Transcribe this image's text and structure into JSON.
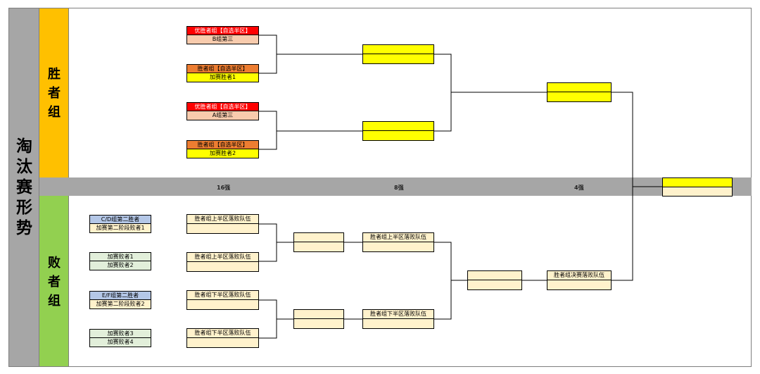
{
  "title": "淘汰赛形势",
  "sections": {
    "winners": "胜者组",
    "losers": "败者组"
  },
  "rounds": [
    "16强",
    "8强",
    "4强"
  ],
  "winners_bracket": {
    "r16": [
      {
        "top": "优胜者组【自选半区】",
        "bottom": "B组第三"
      },
      {
        "top": "胜者组【自选半区】",
        "bottom": "加赛胜者1"
      },
      {
        "top": "优胜者组【自选半区】",
        "bottom": "A组第三"
      },
      {
        "top": "胜者组【自选半区】",
        "bottom": "加赛胜者2"
      }
    ],
    "qf": [
      {
        "top": "",
        "bottom": ""
      },
      {
        "top": "",
        "bottom": ""
      }
    ],
    "sf": {
      "top": "",
      "bottom": ""
    }
  },
  "final": {
    "top": "",
    "bottom": ""
  },
  "losers_bracket": {
    "entry": [
      {
        "top": "C/D组第二胜者",
        "bottom": "加赛第二阶段败者1"
      },
      {
        "top": "加赛败者1",
        "bottom": "加赛败者2"
      },
      {
        "top": "E/F组第二胜者",
        "bottom": "加赛第二阶段败者2"
      },
      {
        "top": "加赛败者3",
        "bottom": "加赛败者4"
      }
    ],
    "r1": [
      {
        "top": "胜者组上半区落败队伍",
        "bottom": ""
      },
      {
        "top": "胜者组上半区落败队伍",
        "bottom": ""
      },
      {
        "top": "胜者组下半区落败队伍",
        "bottom": ""
      },
      {
        "top": "胜者组下半区落败队伍",
        "bottom": ""
      }
    ],
    "r2": [
      {
        "top": "",
        "bottom": ""
      },
      {
        "top": "",
        "bottom": ""
      }
    ],
    "r3": [
      {
        "top": "胜者组上半区落败队伍",
        "bottom": ""
      },
      {
        "top": "胜者组下半区落败队伍",
        "bottom": ""
      }
    ],
    "r4": {
      "top": "",
      "bottom": ""
    },
    "r5": {
      "top": "胜者组决赛落败队伍",
      "bottom": ""
    }
  }
}
